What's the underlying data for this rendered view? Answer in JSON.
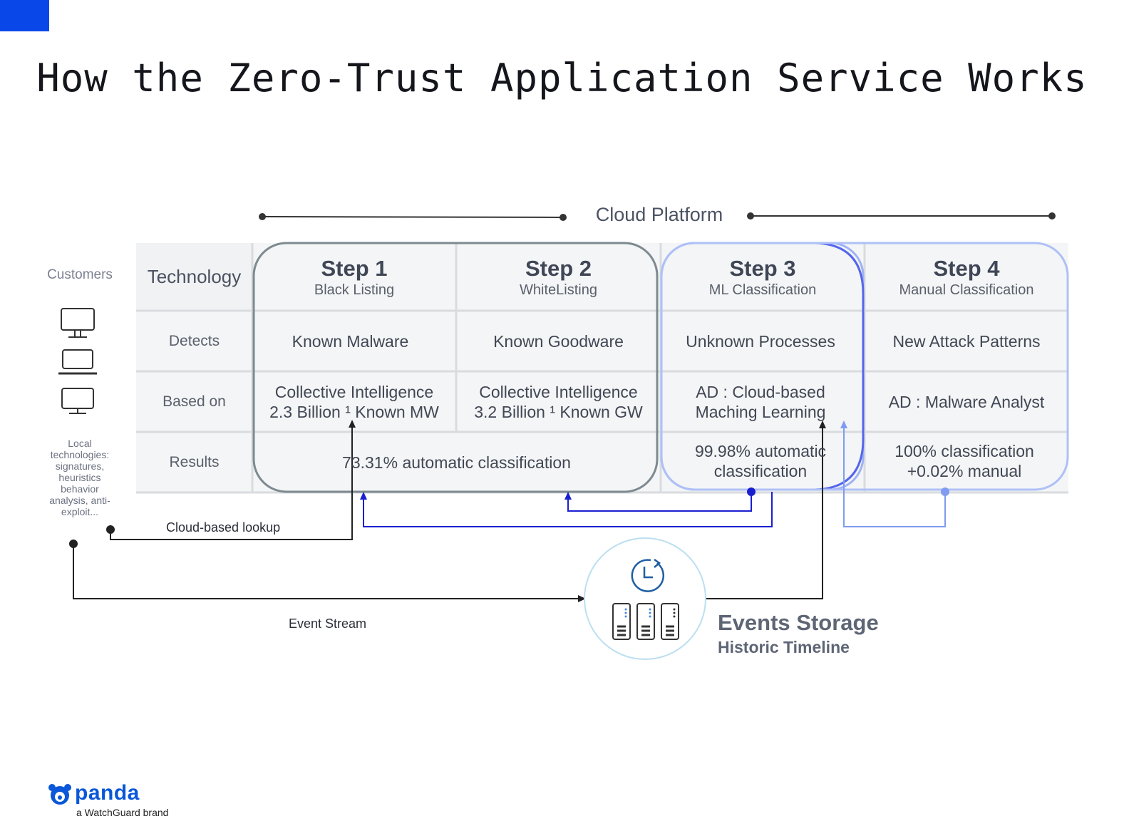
{
  "title": "How the Zero-Trust Application Service Works",
  "cloud_platform_label": "Cloud Platform",
  "customers": {
    "label": "Customers",
    "devices": [
      "desktop-icon",
      "laptop-icon",
      "monitor-icon"
    ],
    "local_technologies": "Local technologies: signatures, heuristics behavior analysis, anti-exploit..."
  },
  "table": {
    "row_labels": [
      "Technology",
      "Detects",
      "Based on",
      "Results"
    ],
    "steps": [
      {
        "title": "Step 1",
        "subtitle": "Black Listing",
        "detects": "Known Malware",
        "based_on_1": "Collective Intelligence",
        "based_on_2": "2.3 Billion ¹ Known MW"
      },
      {
        "title": "Step 2",
        "subtitle": "WhiteListing",
        "detects": "Known Goodware",
        "based_on_1": "Collective Intelligence",
        "based_on_2": "3.2 Billion ¹ Known GW"
      },
      {
        "title": "Step 3",
        "subtitle": "ML Classification",
        "detects": "Unknown Processes",
        "based_on_1": "AD : Cloud-based",
        "based_on_2": "Maching Learning",
        "result_1": "99.98% automatic",
        "result_2": "classification"
      },
      {
        "title": "Step 4",
        "subtitle": "Manual Classification",
        "detects": "New Attack Patterns",
        "based_on_1": "AD : Malware Analyst",
        "result_1": "100% classification",
        "result_2": "+0.02% manual"
      }
    ],
    "result_steps_1_2": "73.31% automatic classification"
  },
  "flows": {
    "cloud_lookup": "Cloud-based lookup",
    "event_stream": "Event Stream"
  },
  "storage": {
    "title": "Events Storage",
    "subtitle": "Historic Timeline",
    "icons": [
      "clock-icon",
      "server-icon"
    ]
  },
  "brand": {
    "name": "panda",
    "tagline": "a WatchGuard brand"
  },
  "colors": {
    "accent_blue": "#0a47e8",
    "arrow_dark_blue": "#1a1fd0",
    "arrow_light_blue": "#7f9cf0",
    "step3_border": "#9fb2f5",
    "step4_border": "#aec0f7",
    "steps12_border": "#7d8a90"
  }
}
